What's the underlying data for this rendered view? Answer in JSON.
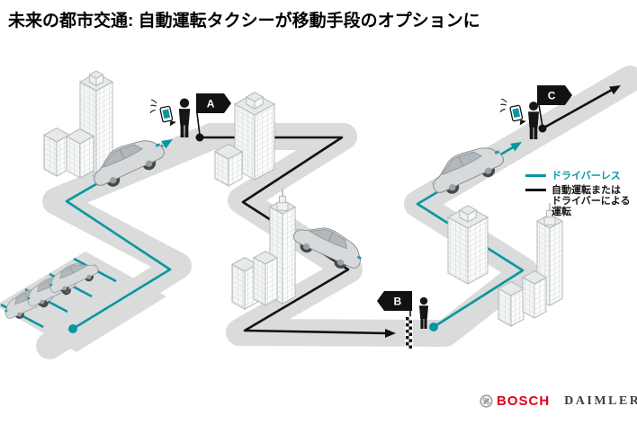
{
  "title": "未来の都市交通: 自動運転タクシーが移動手段のオプションに",
  "legend": {
    "items": [
      {
        "label": "ドライバーレス",
        "color": "#0697a1"
      },
      {
        "label_lines": [
          "自動運転または",
          "ドライバーによる",
          "運転"
        ],
        "color": "#121212"
      }
    ]
  },
  "markers": {
    "a": "A",
    "b": "B",
    "c": "C"
  },
  "footer": {
    "bosch": "BOSCH",
    "daimler": "DAIMLER"
  },
  "colors": {
    "teal": "#0697a1",
    "route_black": "#121212",
    "road_gray": "#dadbdb",
    "bosch_red": "#e2001a",
    "daimler_gray": "#3a4146"
  }
}
